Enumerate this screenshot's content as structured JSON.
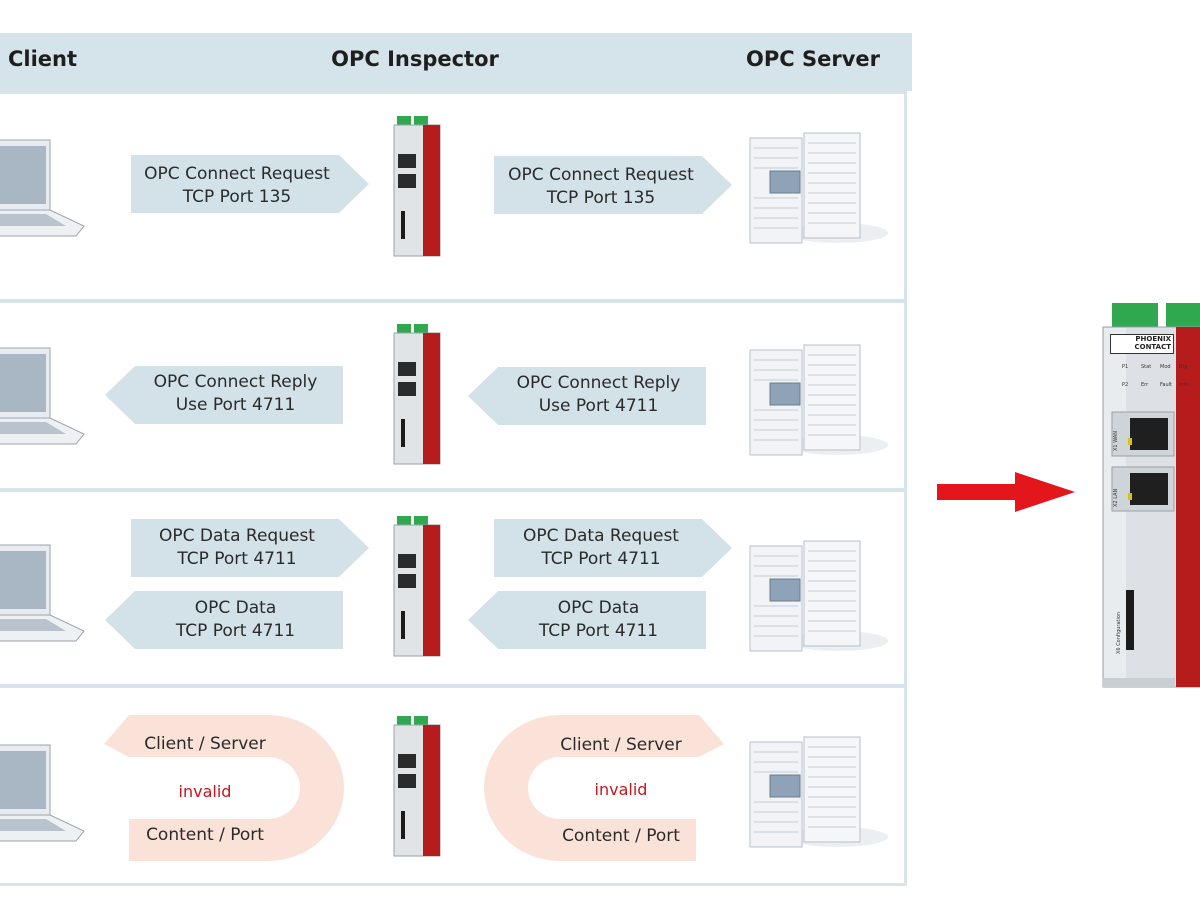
{
  "header": {
    "client": "Client",
    "inspector": "OPC Inspector",
    "server": "OPC Server"
  },
  "rows": [
    {
      "left_arrows": [
        {
          "direction": "right",
          "line1": "OPC Connect Request",
          "line2": "TCP Port 135"
        }
      ],
      "right_arrows": [
        {
          "direction": "right",
          "line1": "OPC Connect Request",
          "line2": "TCP Port 135"
        }
      ]
    },
    {
      "left_arrows": [
        {
          "direction": "left",
          "line1": "OPC Connect Reply",
          "line2": "Use Port 4711"
        }
      ],
      "right_arrows": [
        {
          "direction": "left",
          "line1": "OPC Connect Reply",
          "line2": "Use Port 4711"
        }
      ]
    },
    {
      "left_arrows": [
        {
          "direction": "right",
          "line1": "OPC Data Request",
          "line2": "TCP Port 4711"
        },
        {
          "direction": "left",
          "line1": "OPC Data",
          "line2": "TCP Port 4711"
        }
      ],
      "right_arrows": [
        {
          "direction": "right",
          "line1": "OPC Data Request",
          "line2": "TCP Port 4711"
        },
        {
          "direction": "left",
          "line1": "OPC Data",
          "line2": "TCP Port 4711"
        }
      ]
    },
    {
      "left_uturn": {
        "top": "Client / Server",
        "middle": "invalid",
        "bottom": "Content / Port"
      },
      "right_uturn": {
        "top": "Client / Server",
        "middle": "invalid",
        "bottom": "Content / Port"
      }
    }
  ],
  "device": {
    "brand_line1": "PHOENIX",
    "brand_line2": "CONTACT",
    "port1": "X1 WAN",
    "port2": "X2 LAN",
    "config": "X6 Configuration",
    "leds": [
      "P1",
      "Stat",
      "Mod",
      "Bfg",
      "P2",
      "Err",
      "Fault",
      "Info"
    ]
  },
  "colors": {
    "header_bg": "#d5e3ea",
    "arrow_blue": "#d3e2e9",
    "uturn_pink": "#fbe2d8",
    "invalid_red": "#c4161c",
    "big_arrow_red": "#e3161c",
    "device_red": "#b71c1c",
    "terminal_green": "#2fa84f"
  }
}
